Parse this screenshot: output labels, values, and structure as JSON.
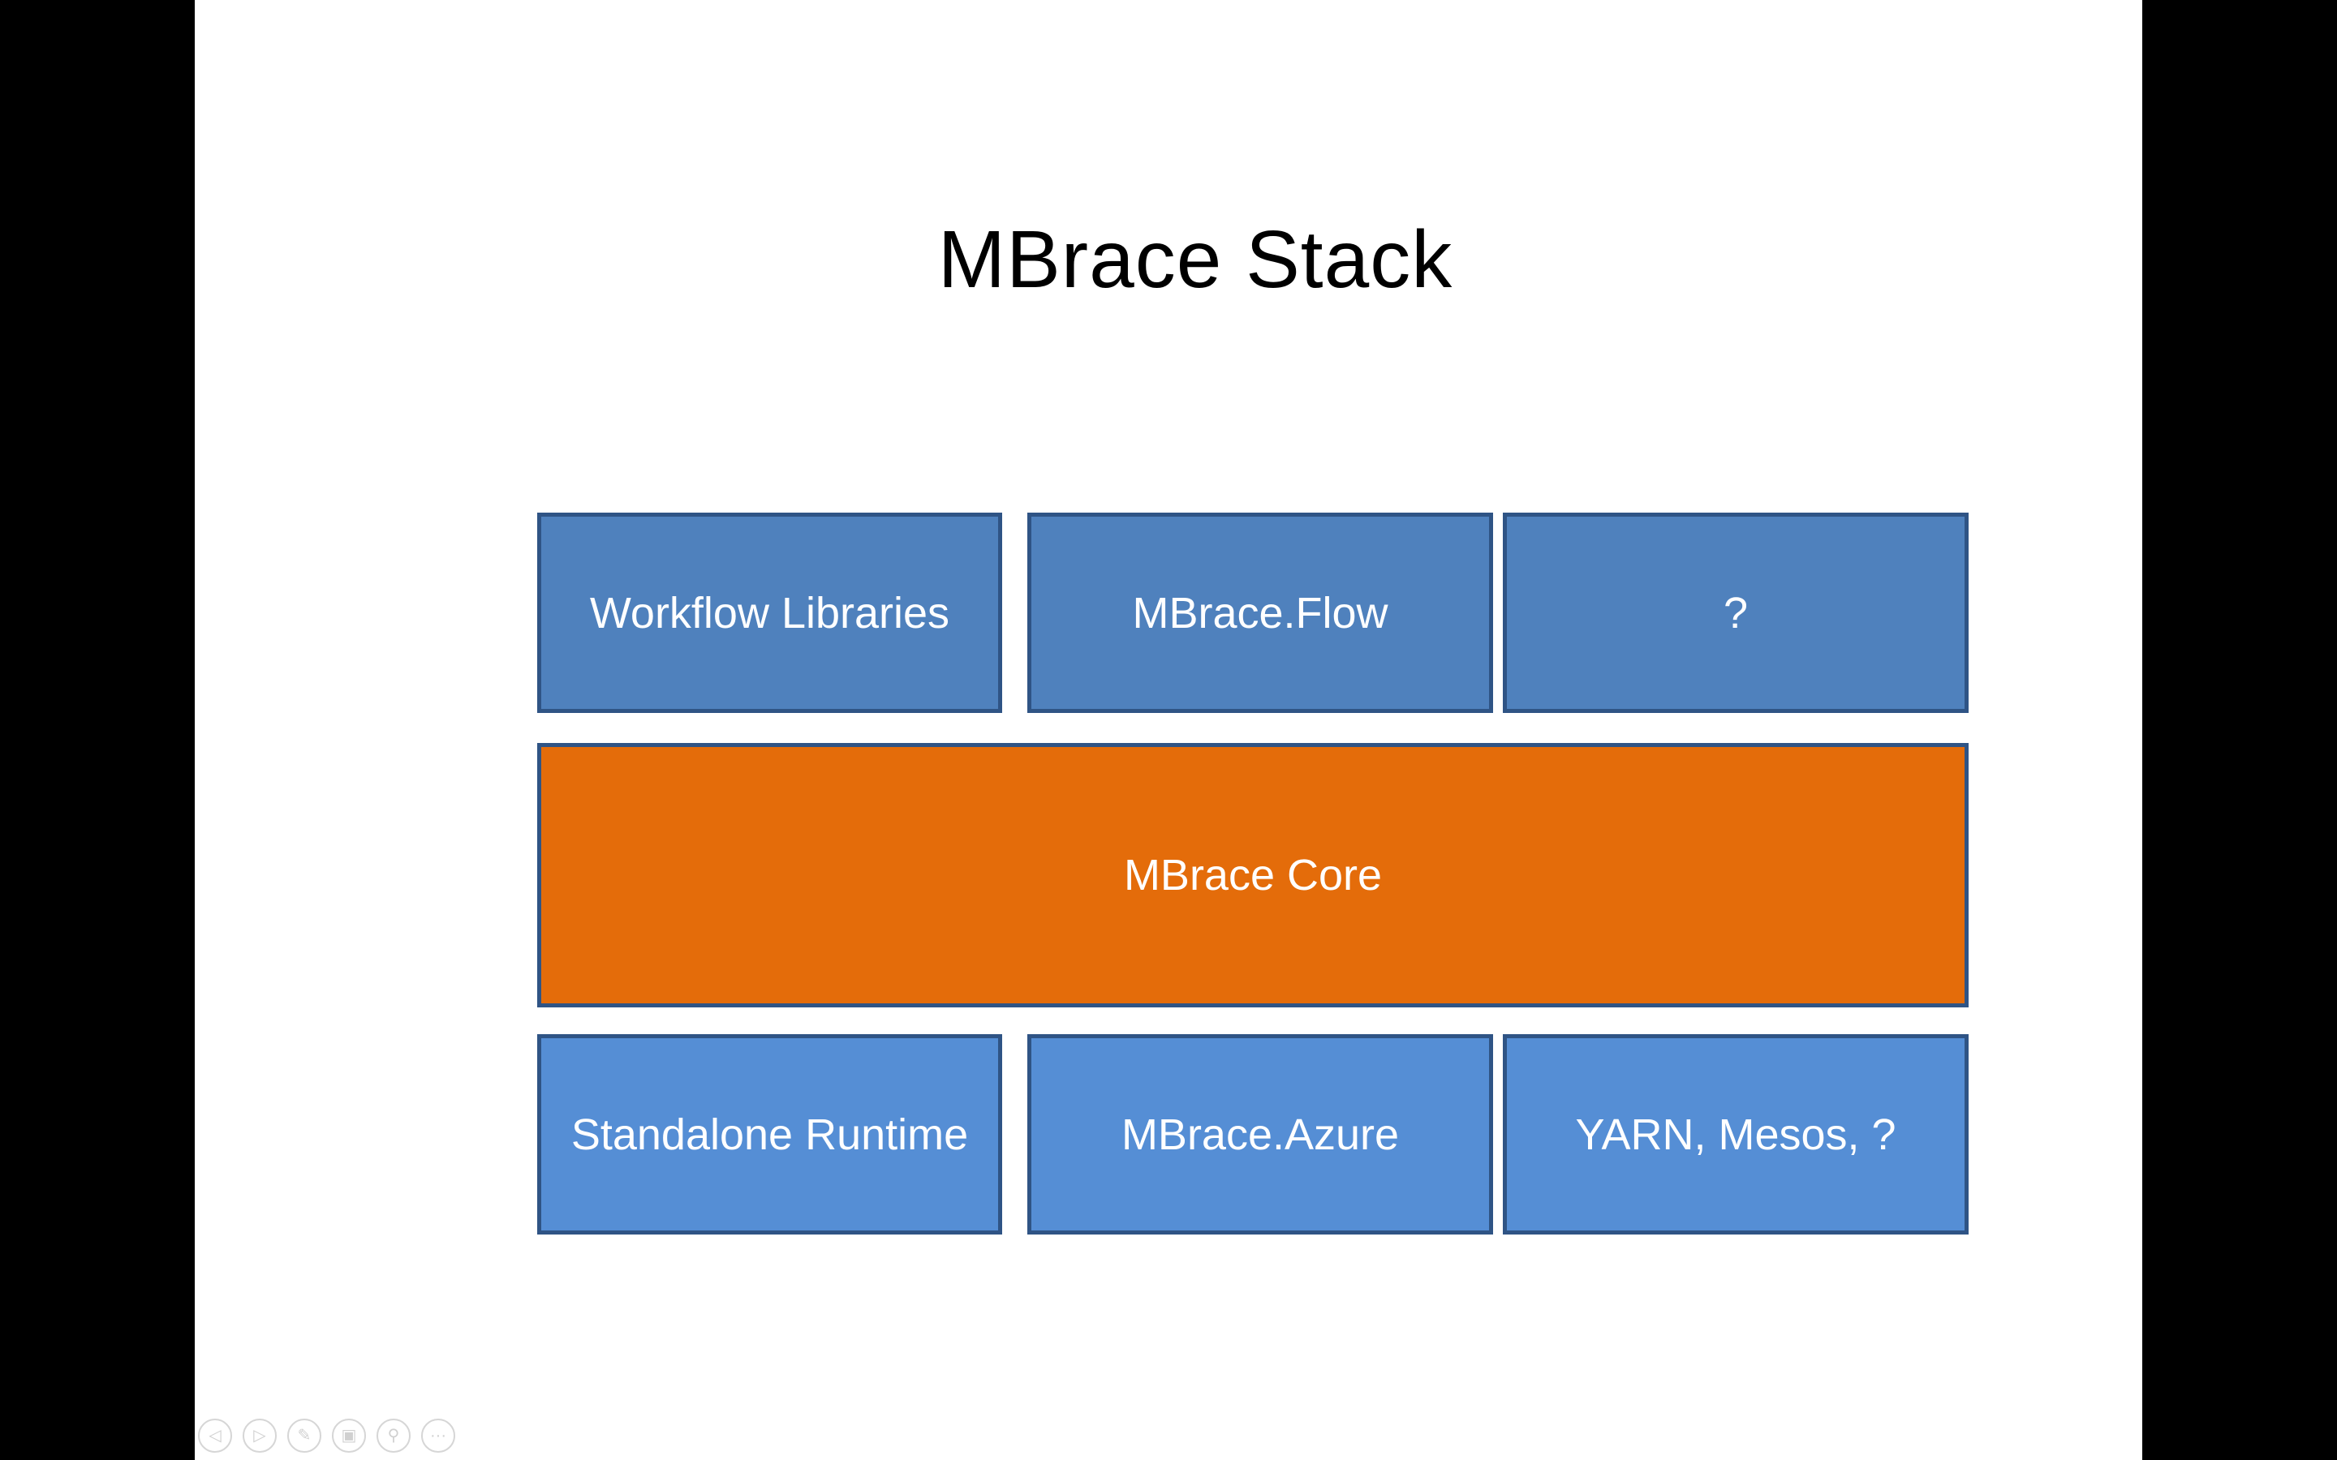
{
  "slide": {
    "title": "MBrace Stack",
    "top_row": [
      {
        "label": "Workflow Libraries"
      },
      {
        "label": "MBrace.Flow"
      },
      {
        "label": "?"
      }
    ],
    "core": {
      "label": "MBrace Core"
    },
    "bottom_row": [
      {
        "label": "Standalone Runtime"
      },
      {
        "label": "MBrace.Azure"
      },
      {
        "label": "YARN, Mesos, ?"
      }
    ]
  },
  "colors": {
    "top_box": "#4f81bd",
    "bottom_box": "#558ed5",
    "core_box": "#e46c0a",
    "box_border": "#2f5485"
  },
  "presenter_controls": {
    "icons": [
      "previous-icon",
      "next-icon",
      "pen-icon",
      "slides-icon",
      "zoom-icon",
      "more-icon"
    ],
    "glyphs": [
      "◁",
      "▷",
      "✎",
      "▣",
      "⚲",
      "···"
    ]
  }
}
